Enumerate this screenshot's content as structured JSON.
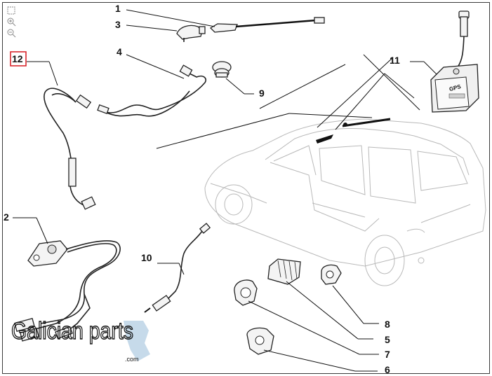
{
  "callouts": [
    "1",
    "2",
    "3",
    "4",
    "5",
    "6",
    "7",
    "8",
    "9",
    "10",
    "11",
    "12"
  ],
  "selected_callout": "12",
  "gps_label": "GPS",
  "logo": {
    "main": "Galician parts",
    "suffix": ".com"
  },
  "colors": {
    "selected_border": "#d9262c",
    "logo_accent": "#bcd4e6",
    "ink": "#111111"
  }
}
